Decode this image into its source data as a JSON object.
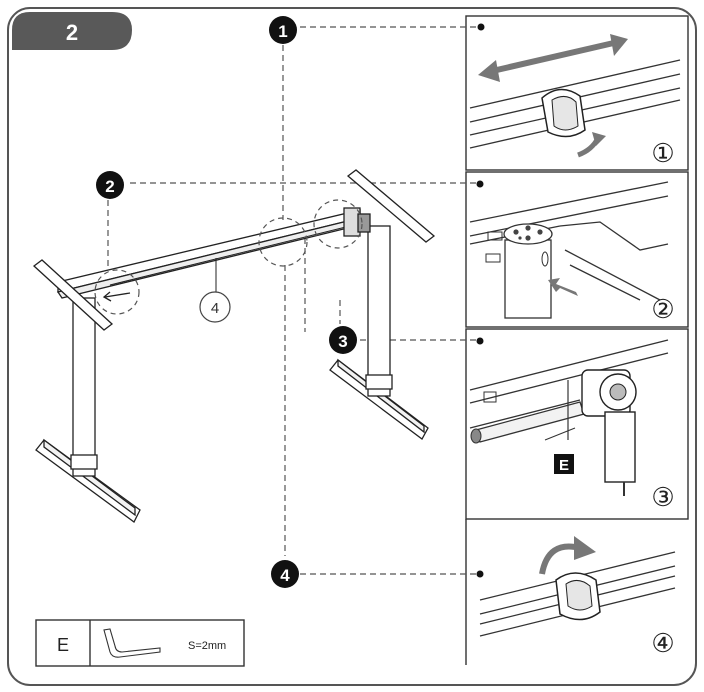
{
  "step_badge": {
    "label": "2"
  },
  "callouts": [
    {
      "id": "1",
      "label": "1"
    },
    {
      "id": "2",
      "label": "2"
    },
    {
      "id": "3",
      "label": "3"
    },
    {
      "id": "4",
      "label": "4"
    }
  ],
  "panels": [
    {
      "id": "1",
      "label": "①"
    },
    {
      "id": "2",
      "label": "②"
    },
    {
      "id": "3",
      "label": "③",
      "part_label": "E"
    },
    {
      "id": "4",
      "label": "④"
    }
  ],
  "frame_part_label": "4",
  "parts_table": {
    "part_label": "E",
    "spec": "S=2mm"
  },
  "colors": {
    "badge": "#595959",
    "callout": "#111111",
    "arrow_gray": "#777777",
    "line": "#222222"
  }
}
